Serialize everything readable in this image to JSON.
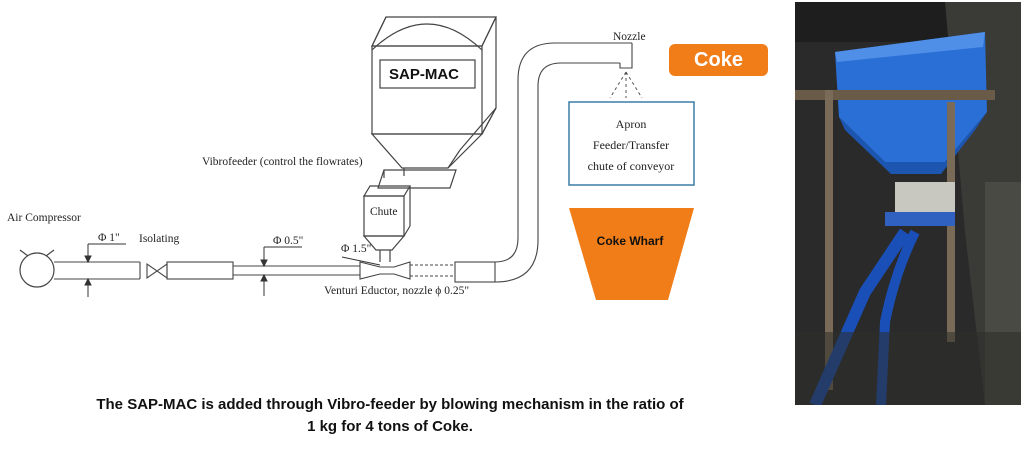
{
  "diagram": {
    "hopper_label": "SAP-MAC",
    "nozzle_label": "Nozzle",
    "coke_label": "Coke",
    "apron_lines": [
      "Apron",
      "Feeder/Transfer",
      "chute of conveyor"
    ],
    "wharf_label": "Coke Wharf",
    "vibrofeeder_label": "Vibrofeeder (control the flowrates)",
    "chute_label": "Chute",
    "air_compressor_label": "Air Compressor",
    "isolating_label": "Isolating",
    "dim_1": "Φ 1\"",
    "dim_2": "Φ 0.5\"",
    "dim_3": "Φ 1.5\"",
    "venturi_label": "Venturi Eductor, nozzle ϕ 0.25\""
  },
  "caption": {
    "line1": "The SAP-MAC is added through Vibro-feeder by blowing mechanism in the ratio of",
    "line2": "1 kg for 4 tons of Coke."
  },
  "colors": {
    "accent_orange": "#f07d18",
    "apron_border": "#3a7ea6",
    "hopper_blue": "#2a6fd6"
  }
}
